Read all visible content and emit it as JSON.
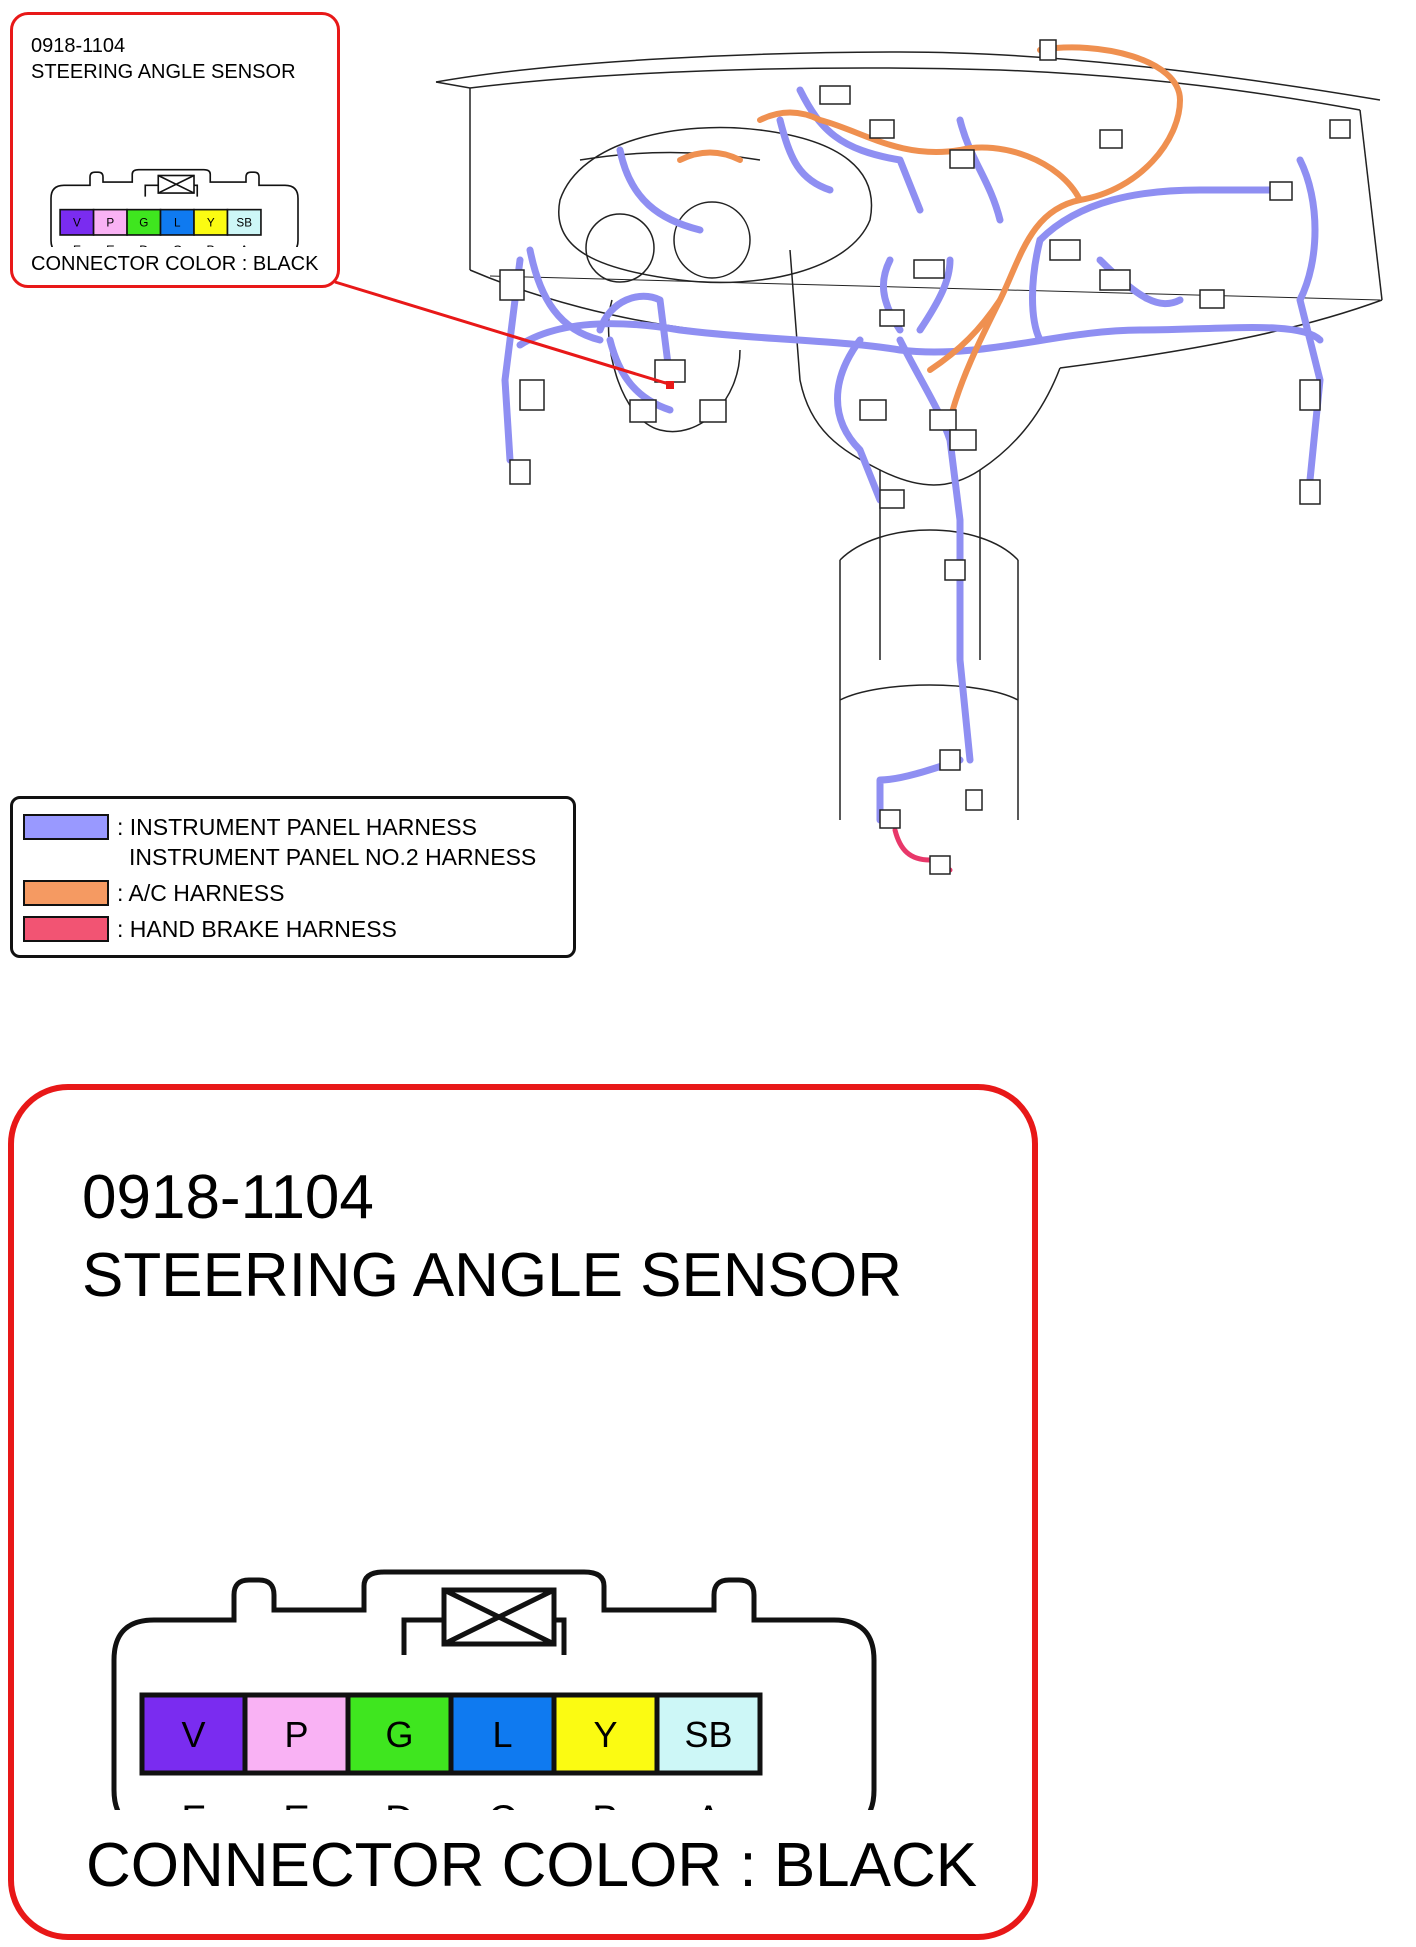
{
  "connector": {
    "id": "0918-1104",
    "name": "STEERING ANGLE SENSOR",
    "color_label": "CONNECTOR COLOR : BLACK",
    "pins": [
      {
        "letter": "F",
        "wire": "V",
        "fill": "#7a2cf0"
      },
      {
        "letter": "E",
        "wire": "P",
        "fill": "#f9b2f4"
      },
      {
        "letter": "D",
        "wire": "G",
        "fill": "#3fe61f"
      },
      {
        "letter": "C",
        "wire": "L",
        "fill": "#0f7af0"
      },
      {
        "letter": "B",
        "wire": "Y",
        "fill": "#fbfb12"
      },
      {
        "letter": "A",
        "wire": "SB",
        "fill": "#cdf7f7"
      }
    ]
  },
  "legend": {
    "items": [
      {
        "line1": ": INSTRUMENT PANEL HARNESS",
        "line2": "INSTRUMENT PANEL NO.2 HARNESS",
        "color": "#9999ff"
      },
      {
        "line1": ": A/C HARNESS",
        "color": "#f59a62"
      },
      {
        "line1": ": HAND BRAKE HARNESS",
        "color": "#f25473"
      }
    ]
  },
  "colors": {
    "callout_border": "#e81818",
    "instrument_harness": "#8f8ff2",
    "ac_harness": "#ef9050",
    "hand_brake_harness": "#e8386a",
    "outline": "#222222"
  }
}
